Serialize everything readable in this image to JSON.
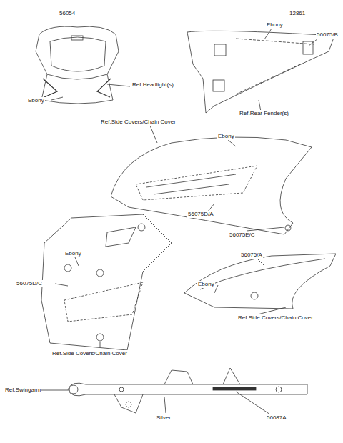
{
  "diagram": {
    "labels": [
      "56054",
      "Ref.Headlight(s)",
      "Ebony",
      "12861",
      "Ebony",
      "56075/B",
      "Ref.Rear Fender(s)",
      "Ref.Side Covers/Chain Cover",
      "Ebony",
      "56075D/A",
      "56075E/C",
      "Ebony",
      "56075D/C",
      "Ref.Side Covers/Chain Cover",
      "56075/A",
      "Ebony",
      "Ref.Side Covers/Chain Cover",
      "Ref.Swingarm",
      "Silver",
      "56087A"
    ]
  }
}
